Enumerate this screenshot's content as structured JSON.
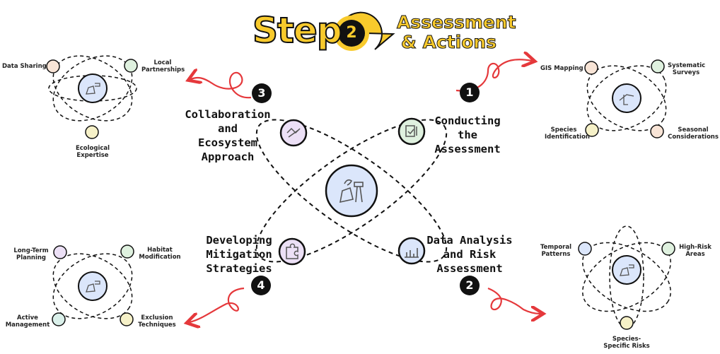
{
  "header": {
    "step_word": "Step",
    "step_number": "2",
    "subtitle_line1": "Assessment",
    "subtitle_line2": "& Actions"
  },
  "main": {
    "steps": [
      {
        "number": "1",
        "label": [
          "Conducting",
          "the",
          "Assessment"
        ]
      },
      {
        "number": "2",
        "label": [
          "Data Analysis",
          "and Risk",
          "Assessment"
        ]
      },
      {
        "number": "3",
        "label": [
          "Collaboration",
          "and",
          "Ecosystem",
          "Approach"
        ]
      },
      {
        "number": "4",
        "label": [
          "Developing",
          "Mitigation",
          "Strategies"
        ]
      }
    ]
  },
  "clusters": {
    "top_left": {
      "items": [
        {
          "label": [
            "Data Sharing"
          ],
          "icon": "share-icon"
        },
        {
          "label": [
            "Local",
            "Partnerships"
          ],
          "icon": "partnership-icon"
        },
        {
          "label": [
            "Ecological",
            "Expertise"
          ],
          "icon": "leaf-icon"
        }
      ]
    },
    "top_right": {
      "items": [
        {
          "label": [
            "GIS Mapping"
          ],
          "icon": "map-icon"
        },
        {
          "label": [
            "Systematic",
            "Surveys"
          ],
          "icon": "clipboard-icon"
        },
        {
          "label": [
            "Species",
            "Identification"
          ],
          "icon": "magnifier-icon"
        },
        {
          "label": [
            "Seasonal",
            "Considerations"
          ],
          "icon": "calendar-icon"
        }
      ]
    },
    "bottom_left": {
      "items": [
        {
          "label": [
            "Long-Term",
            "Planning"
          ],
          "icon": "planning-icon"
        },
        {
          "label": [
            "Habitat",
            "Modification"
          ],
          "icon": "habitat-icon"
        },
        {
          "label": [
            "Active",
            "Management"
          ],
          "icon": "management-icon"
        },
        {
          "label": [
            "Exclusion",
            "Techniques"
          ],
          "icon": "shield-icon"
        }
      ]
    },
    "bottom_right": {
      "items": [
        {
          "label": [
            "Temporal",
            "Patterns"
          ],
          "icon": "clock-icon"
        },
        {
          "label": [
            "High-Risk",
            "Areas"
          ],
          "icon": "warning-icon"
        },
        {
          "label": [
            "Species-",
            "Specific Risks"
          ],
          "icon": "bug-icon"
        }
      ]
    }
  },
  "colors": {
    "accent_yellow": "#f8ca2c",
    "arrow_red": "#e5383b",
    "center_blue": "#dbe6fb",
    "node_green": "#dff1df",
    "node_purple": "#ece0f6",
    "node_yellow": "#f6f1c8",
    "node_orange": "#f8e4d6",
    "node_teal": "#daf0ea",
    "ink": "#111111"
  }
}
